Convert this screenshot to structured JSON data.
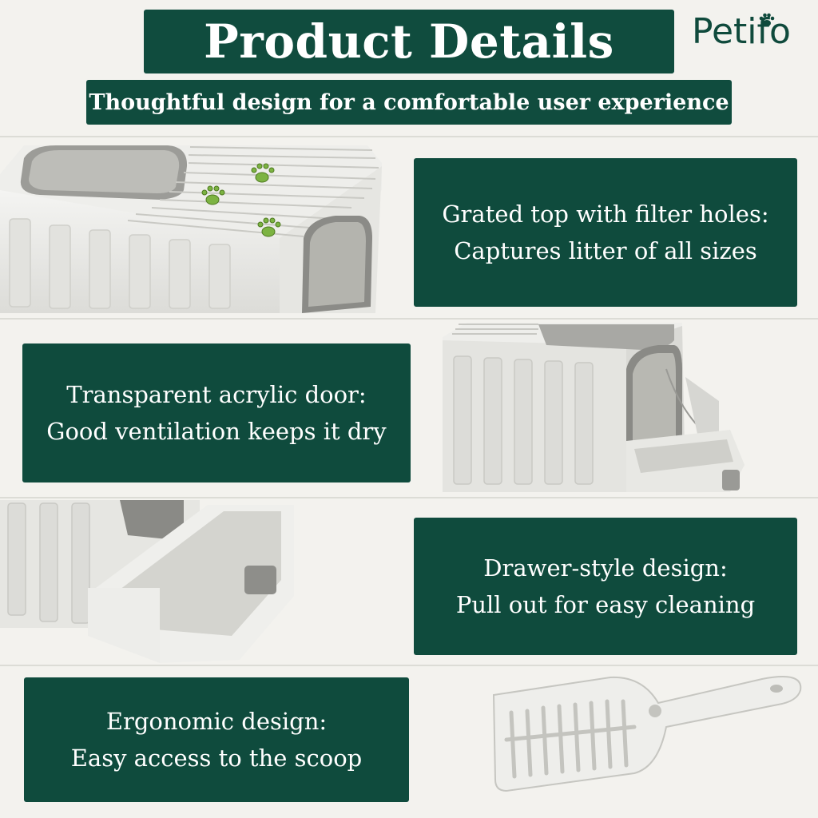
{
  "header": {
    "title": "Product Details",
    "subtitle": "Thoughtful design for a comfortable user experience"
  },
  "brand": {
    "name": "Petifo",
    "icon": "paw-icon"
  },
  "features": [
    {
      "title": "Grated top with filter holes:",
      "description": "Captures litter of all sizes"
    },
    {
      "title": "Transparent acrylic door:",
      "description": "Good ventilation keeps it dry"
    },
    {
      "title": "Drawer-style design:",
      "description": "Pull out for easy cleaning"
    },
    {
      "title": "Ergonomic design:",
      "description": "Easy access to the scoop"
    }
  ],
  "colors": {
    "panel": "#0f4b3d",
    "background": "#f3f2ee",
    "paw": "#7cb342",
    "text": "#ffffff"
  }
}
